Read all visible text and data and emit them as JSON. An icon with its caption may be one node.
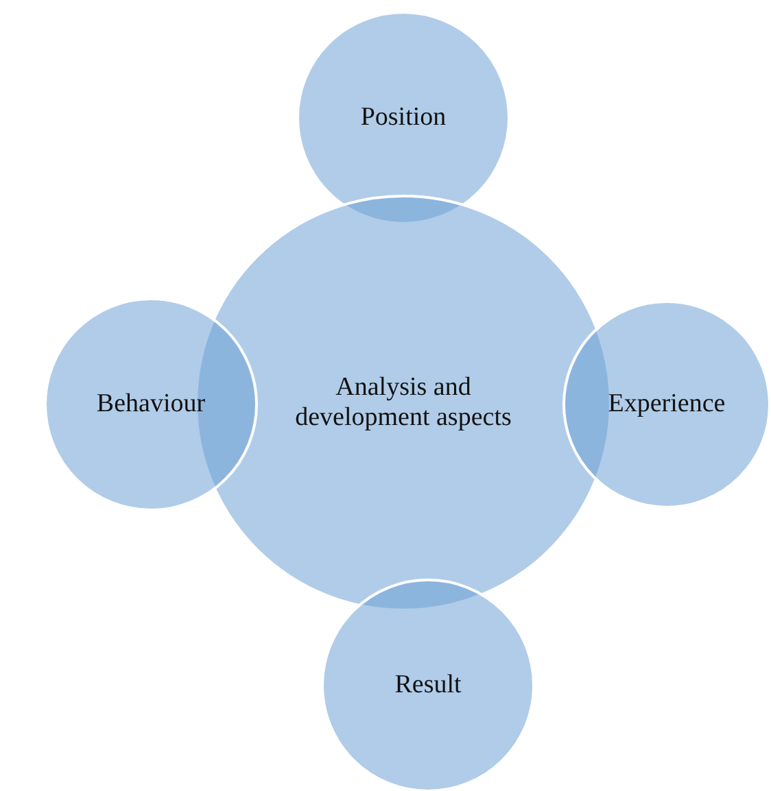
{
  "diagram": {
    "nodes": [
      {
        "text": [
          "Position"
        ]
      },
      {
        "text": [
          "Analysis and development aspects"
        ]
      },
      {
        "text": [
          "Behaviour"
        ]
      },
      {
        "text": [
          "Experience"
        ]
      },
      {
        "text": [
          "Result"
        ]
      }
    ]
  }
}
